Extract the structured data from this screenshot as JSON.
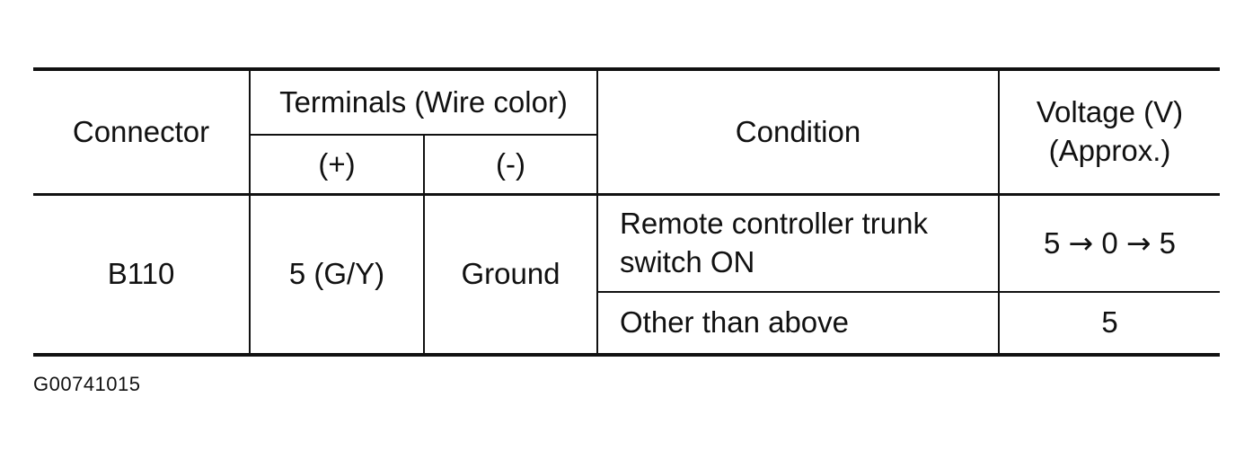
{
  "table": {
    "header": {
      "connector": "Connector",
      "terminals": "Terminals (Wire color)",
      "plus": "(+)",
      "minus": "(-)",
      "condition": "Condition",
      "voltage_line1": "Voltage (V)",
      "voltage_line2": "(Approx.)"
    },
    "row": {
      "connector": "B110",
      "plus": "5 (G/Y)",
      "minus": "Ground",
      "conditions": [
        {
          "condition_line1": "Remote controller trunk",
          "condition_line2": "switch ON",
          "voltage_parts": [
            "5",
            "→",
            "0",
            "→",
            "5"
          ]
        },
        {
          "condition_line1": "Other than above",
          "voltage": "5"
        }
      ]
    }
  },
  "caption": "G00741015"
}
